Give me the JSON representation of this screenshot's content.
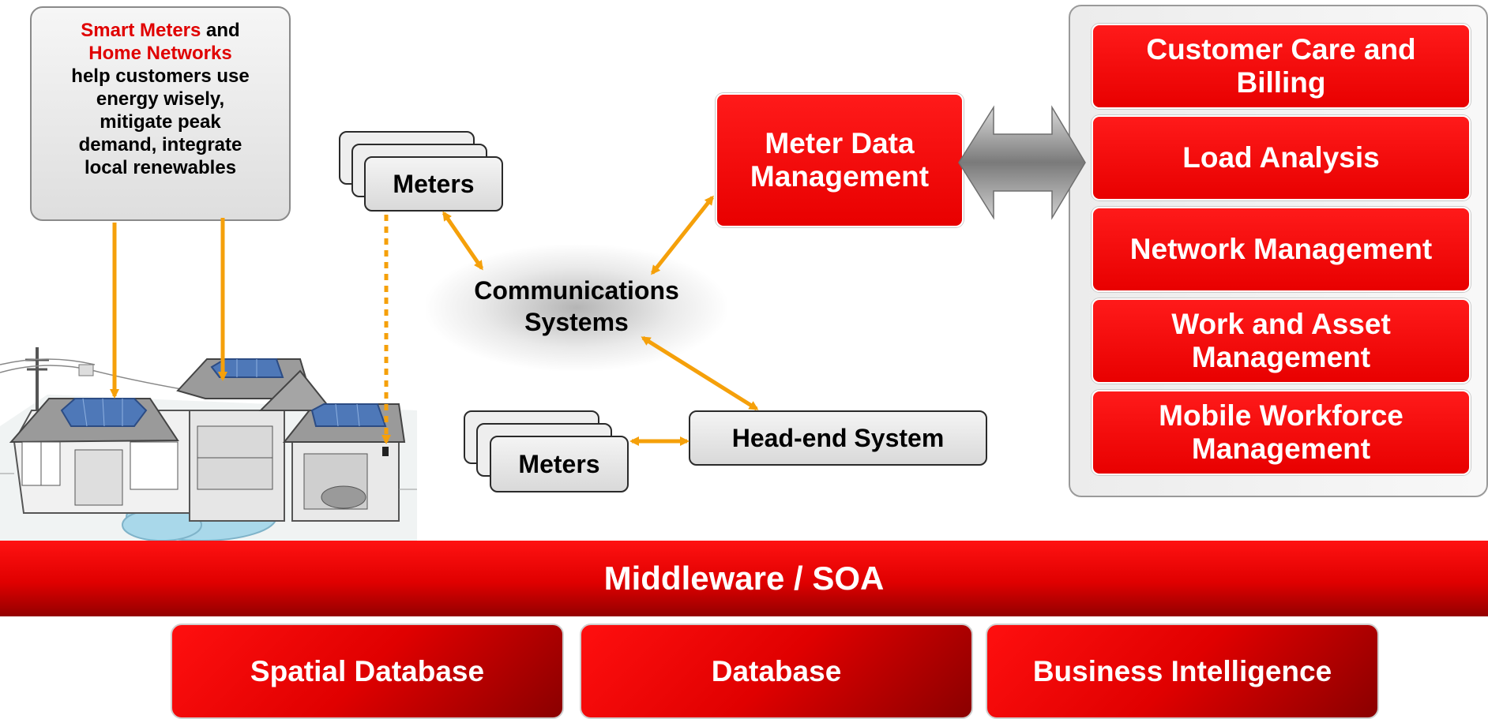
{
  "callout": {
    "line1_red": "Smart Meters",
    "line1_rest": " and",
    "line2_red": "Home Networks",
    "body_lines": [
      "help customers use",
      "energy wisely,",
      "mitigate peak",
      "demand, integrate",
      "local renewables"
    ]
  },
  "meters_top": "Meters",
  "meters_bottom": "Meters",
  "communications": [
    "Communications",
    "Systems"
  ],
  "head_end": "Head-end System",
  "mdm": [
    "Meter Data",
    "Management"
  ],
  "applications": [
    [
      "Customer Care and",
      "Billing"
    ],
    [
      "Load Analysis"
    ],
    [
      "Network Management"
    ],
    [
      "Work and Asset",
      "Management"
    ],
    [
      "Mobile Workforce",
      "Management"
    ]
  ],
  "middleware": "Middleware / SOA",
  "foundation": [
    "Spatial Database",
    "Database",
    "Business Intelligence"
  ],
  "colors": {
    "brand_red": "#e00000",
    "arrow_orange": "#f5a00a",
    "text_red": "#e00000"
  },
  "icons": [
    "house-illustration",
    "utility-pole-icon",
    "solar-panel-icon",
    "double-arrow-icon"
  ]
}
